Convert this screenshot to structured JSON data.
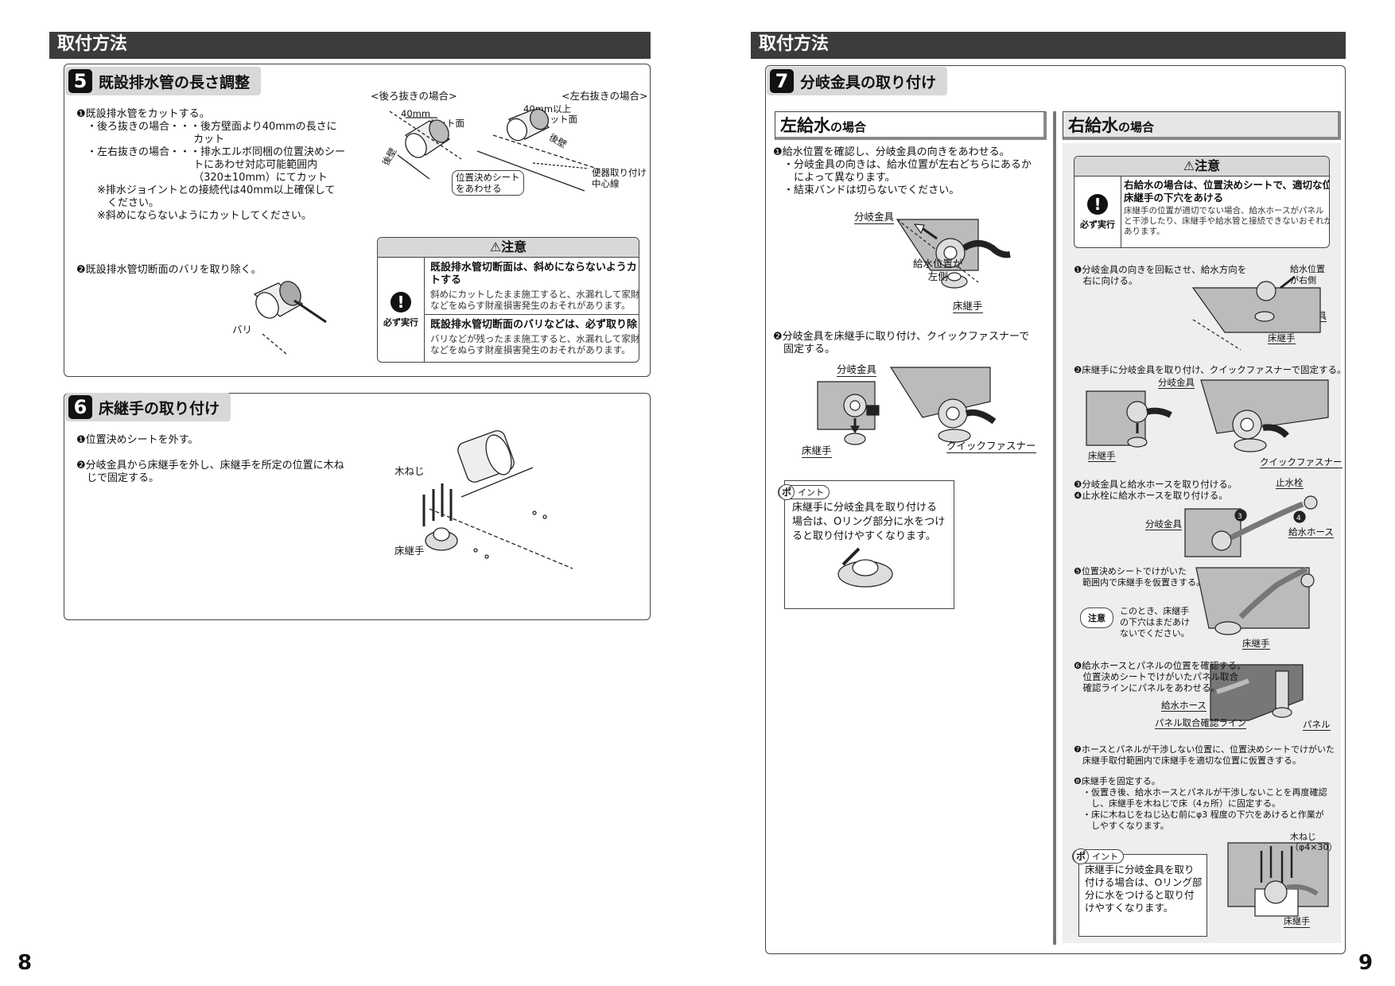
{
  "left_page": {
    "header": "取付方法",
    "page_number": "8",
    "s5": {
      "num": "5",
      "title": "既設排水管の長さ調整",
      "step1": "❶既設排水管をカットする。\n　・後ろ抜きの場合・・・後方壁面より40mmの長さに\n　　　　　　　　　　　 カット\n　・左右抜きの場合・・・排水エルボ同梱の位置決めシー\n　　　　　　　　　　　 トにあわせ対応可能範囲内\n　　　　　　　　　　　 （320±10mm）にてカット\n　　※排水ジョイントとの接続代は40mm以上確保して\n　　　ください。\n　　※斜めにならないようにカットしてください。",
      "step2": "❷既設排水管切断面のバリを取り除く。",
      "fig_back": "<後ろ抜きの場合>",
      "fig_side": "<左右抜きの場合>",
      "lbl_40": "40mm",
      "lbl_cut": "カット面",
      "lbl_wall": "後壁",
      "lbl_40up": "40mm以上",
      "lbl_cut2": "カット面",
      "lbl_wall2": "後壁",
      "lbl_sheet": "位置決めシート\nをあわせる",
      "lbl_center": "便器取り付け\n中心線",
      "lbl_bari": "バリ",
      "caution": {
        "title": "⚠注意",
        "must": "必ず実行",
        "b1": "既設排水管切断面は、斜めにならないようカッ\nトする",
        "s1": "斜めにカットしたまま施工すると、水漏れして家財\nなどをぬらす財産損害発生のおそれがあります。",
        "b2": "既設排水管切断面のバリなどは、必ず取り除く",
        "s2": "バリなどが残ったまま施工すると、水漏れして家財\nなどをぬらす財産損害発生のおそれがあります。"
      }
    },
    "s6": {
      "num": "6",
      "title": "床継手の取り付け",
      "step1": "❶位置決めシートを外す。",
      "step2": "❷分岐金具から床継手を外し、床継手を所定の位置に木ね\n　じで固定する。",
      "lbl_screw": "木ねじ",
      "lbl_joint": "床継手"
    }
  },
  "right_page": {
    "header": "取付方法",
    "page_number": "9",
    "s7": {
      "num": "7",
      "title": "分岐金具の取り付け",
      "left": {
        "title": "左給水",
        "title_small": "の場合",
        "step1": "❶給水位置を確認し、分岐金具の向きをあわせる。\n　・分岐金具の向きは、給水位置が左右どちらにあるか\n　　によって異なります。\n　・結束バンドは切らないでください。",
        "lbl_fitting": "分岐金具",
        "lbl_left": "給水位置が\n左側",
        "lbl_joint": "床継手",
        "step2": "❷分岐金具を床継手に取り付け、クイックファスナーで\n　固定する。",
        "lbl_fitting2": "分岐金具",
        "lbl_joint2": "床継手",
        "lbl_fastener": "クイックファスナー",
        "point_tag": "ポ",
        "point_word": "イント",
        "point_text": "床継手に分岐金具を取り付ける\n場合は、Oリング部分に水をつけ\nると取り付けやすくなります。"
      },
      "right": {
        "title": "右給水",
        "title_small": "の場合",
        "caution": {
          "title": "⚠注意",
          "must": "必ず実行",
          "b": "右給水の場合は、位置決めシートで、適切な位置に\n床継手の下穴をあける",
          "s": "床継手の位置が適切でない場合、給水ホースがパネル\nと干渉したり、床継手や給水管と接続できないおそれが\nあります。"
        },
        "step1": "❶分岐金具の向きを回転させ、給水方向を\n　右に向ける。",
        "lbl_right": "給水位置\nが右側",
        "lbl_fitting": "分岐金具",
        "lbl_joint": "床継手",
        "step2": "❷床継手に分岐金具を取り付け、クイックファスナーで固定する。",
        "lbl_fitting2": "分岐金具",
        "lbl_joint2": "床継手",
        "lbl_fastener": "クイックファスナー",
        "step34": "❸分岐金具と給水ホースを取り付ける。\n❹止水栓に給水ホースを取り付ける。",
        "lbl_valve": "止水栓",
        "lbl_fitting3": "分岐金具",
        "lbl_hose": "給水ホース",
        "lbl_n3": "3",
        "lbl_n4": "4",
        "step5": "❺位置決めシートでけがいた\n　範囲内で床継手を仮置きする。",
        "note_tag": "注意",
        "note_text": "このとき、床継手\nの下穴はまだあけ\nないでください。",
        "lbl_joint3": "床継手",
        "step6": "❻給水ホースとパネルの位置を確認する。\n　位置決めシートでけがいたパネル取合\n　確認ラインにパネルをあわせる。",
        "lbl_hose2": "給水ホース",
        "lbl_line": "パネル取合確認ライン",
        "lbl_panel": "パネル",
        "step7": "❼ホースとパネルが干渉しない位置に、位置決めシートでけがいた\n　床継手取付範囲内で床継手を適切な位置に仮置きする。",
        "step8": "❽床継手を固定する。\n　・仮置き後、給水ホースとパネルが干渉しないことを再度確認\n　　し、床継手を木ねじで床（4ヵ所）に固定する。\n　・床に木ねじをねじ込む前にφ3 程度の下穴をあけると作業が\n　　しやすくなります。",
        "lbl_screw": "木ねじ\n（φ4×30）",
        "lbl_joint4": "床継手",
        "point_tag": "ポ",
        "point_word": "イント",
        "point_text": "床継手に分岐金具を取り\n付ける場合は、Oリング部\n分に水をつけると取り付\nけやすくなります。"
      }
    }
  }
}
